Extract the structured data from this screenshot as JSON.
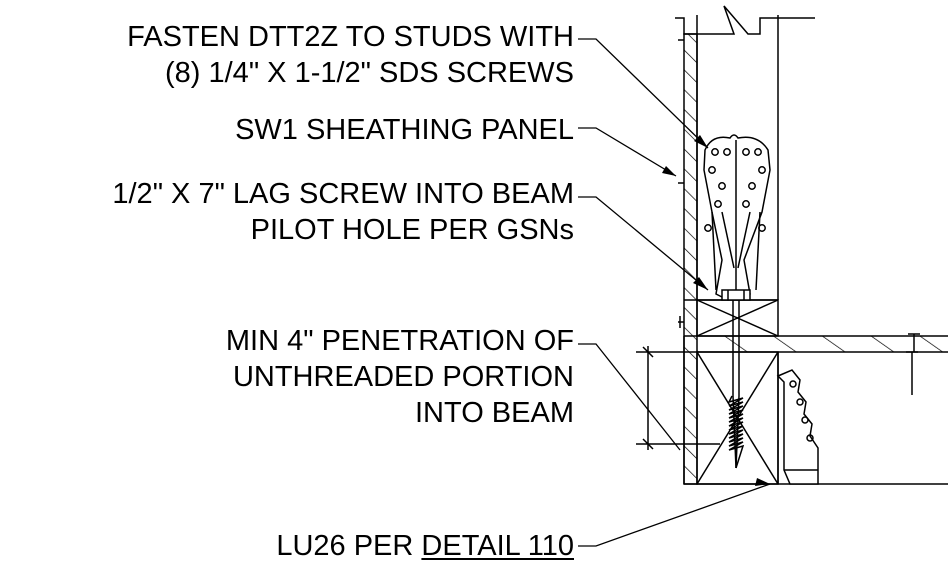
{
  "notes": {
    "fasten": {
      "line1": "FASTEN DTT2Z TO STUDS WITH",
      "line2": "(8) 1/4\" X 1-1/2\" SDS SCREWS"
    },
    "sheathing": "SW1 SHEATHING PANEL",
    "lag": {
      "line1": "1/2\" X 7\" LAG SCREW INTO BEAM",
      "line2": "PILOT HOLE PER GSNs"
    },
    "penetration": {
      "line1": "MIN 4\" PENETRATION OF",
      "line2": "UNTHREADED PORTION",
      "line3": "INTO BEAM"
    },
    "lu26": {
      "prefix": "LU26 PER ",
      "link": "DETAIL 110"
    }
  }
}
